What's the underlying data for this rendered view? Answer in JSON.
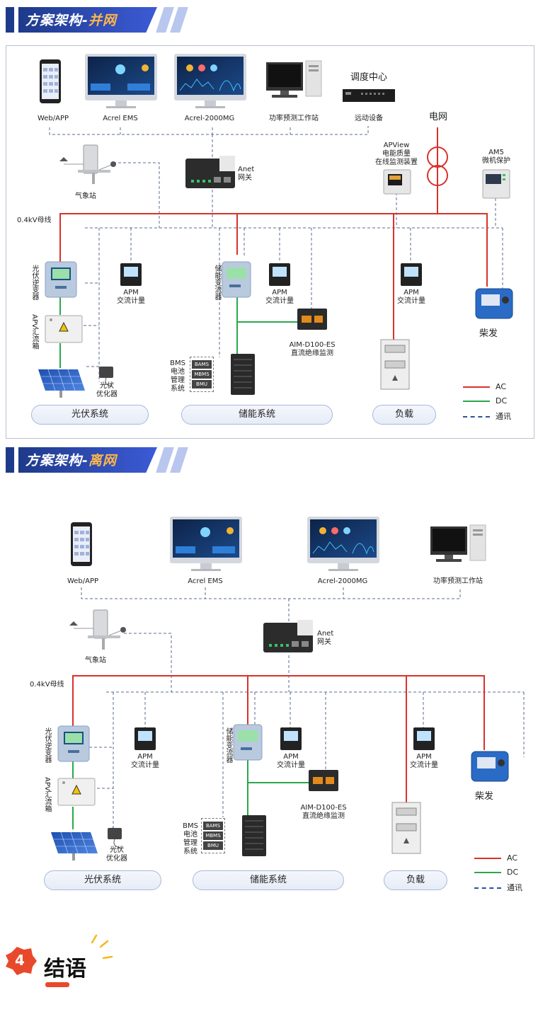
{
  "sections": [
    {
      "banner": {
        "prefix": "方案架构-",
        "suffix": "并网"
      },
      "top_devices": {
        "web_app": "Web/APP",
        "ems": "Acrel EMS",
        "mg": "Acrel-2000MG",
        "forecast": "功率预测工作站",
        "dispatch_title": "调度中心",
        "remote": "远动设备"
      },
      "grid": "电网",
      "apview": "APView\n电能质量\n在线监测装置",
      "am5": "AM5\n微机保护",
      "weather": "气象站",
      "gateway": "Anet\n网关",
      "bus": "0.4kV母线",
      "pv_inverter": "光伏逆变器",
      "apv": "APV汇流箱",
      "apm": "APM\n交流计量",
      "storage_converter": "储能变流器",
      "aim": "AIM-D100-ES\n直流绝缘监测",
      "bms_label": "BMS\n电池\n管理\n系统",
      "bms_items": [
        "BAMS",
        "MBMS",
        "BMU"
      ],
      "optimizer": "光伏\n优化器",
      "diesel": "柴发",
      "groups": [
        "光伏系统",
        "储能系统",
        "负载"
      ],
      "legend": [
        "AC",
        "DC",
        "通讯"
      ]
    },
    {
      "banner": {
        "prefix": "方案架构-",
        "suffix": "离网"
      },
      "top_devices": {
        "web_app": "Web/APP",
        "ems": "Acrel EMS",
        "mg": "Acrel-2000MG",
        "forecast": "功率预测工作站"
      },
      "weather": "气象站",
      "gateway": "Anet\n网关",
      "bus": "0.4kV母线",
      "pv_inverter": "光伏逆变器",
      "apv": "APV汇流箱",
      "apm": "APM\n交流计量",
      "storage_converter": "储能变流器",
      "aim": "AIM-D100-ES\n直流绝缘监测",
      "bms_label": "BMS\n电池\n管理\n系统",
      "bms_items": [
        "BAMS",
        "MBMS",
        "BMU"
      ],
      "optimizer": "光伏\n优化器",
      "diesel": "柴发",
      "groups": [
        "光伏系统",
        "储能系统",
        "负载"
      ],
      "legend": [
        "AC",
        "DC",
        "通讯"
      ]
    }
  ],
  "conclusion": {
    "number": "4",
    "title": "结语"
  },
  "colors": {
    "ac": "#d9312b",
    "dc": "#2aa84a",
    "comm": "#2f4f9e",
    "brand": "#1e3a8a"
  }
}
